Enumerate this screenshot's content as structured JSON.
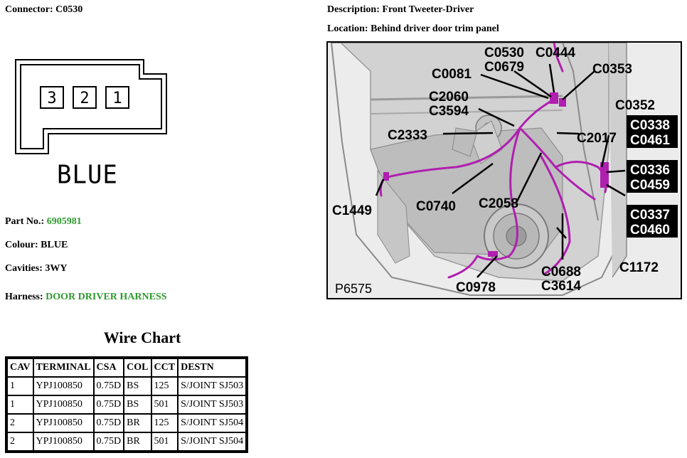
{
  "connector": {
    "label": "Connector:",
    "value": "C0530"
  },
  "description": {
    "label": "Description:",
    "value": "Front Tweeter-Driver"
  },
  "location": {
    "label": "Location:",
    "value": "Behind driver door trim panel"
  },
  "connector_face": {
    "cavities": [
      "3",
      "2",
      "1"
    ],
    "colour_text": "BLUE"
  },
  "part_no": {
    "label": "Part No.:",
    "value": "6905981"
  },
  "colour": {
    "label": "Colour:",
    "value": "BLUE"
  },
  "cavities": {
    "label": "Cavities:",
    "value": "3WY"
  },
  "harness": {
    "label": "Harness:",
    "value": "DOOR DRIVER HARNESS"
  },
  "wire_chart": {
    "title": "Wire Chart",
    "headers": [
      "CAV",
      "TERMINAL",
      "CSA",
      "COL",
      "CCT",
      "DESTN"
    ],
    "rows": [
      [
        "1",
        "YPJ100850",
        "0.75D",
        "BS",
        "125",
        "S/JOINT SJ503"
      ],
      [
        "1",
        "YPJ100850",
        "0.75D",
        "BS",
        "501",
        "S/JOINT SJ503"
      ],
      [
        "2",
        "YPJ100850",
        "0.75D",
        "BR",
        "125",
        "S/JOINT SJ504"
      ],
      [
        "2",
        "YPJ100850",
        "0.75D",
        "BR",
        "501",
        "S/JOINT SJ504"
      ]
    ]
  },
  "illustration": {
    "ref": "P6575",
    "callouts": {
      "c0530": "C0530",
      "c0679": "C0679",
      "c0444": "C0444",
      "c0081": "C0081",
      "c0353": "C0353",
      "c2060": "C2060",
      "c3594": "C3594",
      "c0352": "C0352",
      "c2333": "C2333",
      "c2017": "C2017",
      "c0338": "C0338",
      "c0461": "C0461",
      "c0336": "C0336",
      "c0459": "C0459",
      "c1449": "C1449",
      "c0740": "C0740",
      "c2058": "C2058",
      "c0337": "C0337",
      "c0460": "C0460",
      "c0688": "C0688",
      "c3614": "C3614",
      "c1172": "C1172",
      "c0978": "C0978"
    },
    "harness_color": "#b01fb0"
  }
}
